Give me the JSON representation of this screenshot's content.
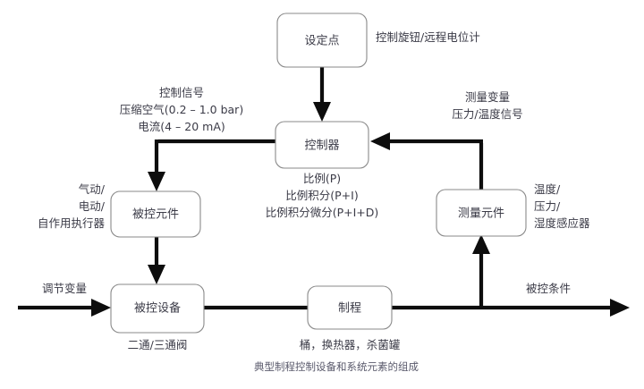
{
  "diagram": {
    "caption": "典型制程控制设备和系统元素的组成",
    "boxes": {
      "setpoint": {
        "label": "设定点"
      },
      "controller": {
        "label": "控制器"
      },
      "controlled_element": {
        "label": "被控元件"
      },
      "measuring_element": {
        "label": "测量元件"
      },
      "controlled_device": {
        "label": "被控设备"
      },
      "process": {
        "label": "制程"
      }
    },
    "annotations": {
      "setpoint_note": "控制旋钮/远程电位计",
      "control_signal_title": "控制信号",
      "control_signal_line2": "压缩空气(0.2 – 1.0 bar)",
      "control_signal_line3": "电流(4 – 20 mA)",
      "measured_variable_title": "测量变量",
      "measured_variable_line2": "压力/温度信号",
      "actuator_line1": "气动/",
      "actuator_line2": "电动/",
      "actuator_line3": "自作用执行器",
      "controller_mode1": "比例(P)",
      "controller_mode2": "比例积分(P+I)",
      "controller_mode3": "比例积分微分(P+I+D)",
      "sensor_line1": "温度/",
      "sensor_line2": "压力/",
      "sensor_line3": "湿度感应器",
      "manipulated_variable": "调节变量",
      "valve_note": "二通/三通阀",
      "process_note": "桶，换热器，杀菌罐",
      "controlled_condition": "被控条件"
    },
    "colors": {
      "line": "#0d0d0d",
      "box_stroke": "#8a8a8a",
      "text": "#3b3b47",
      "caption_text": "#59596b",
      "background": "#ffffff"
    }
  }
}
